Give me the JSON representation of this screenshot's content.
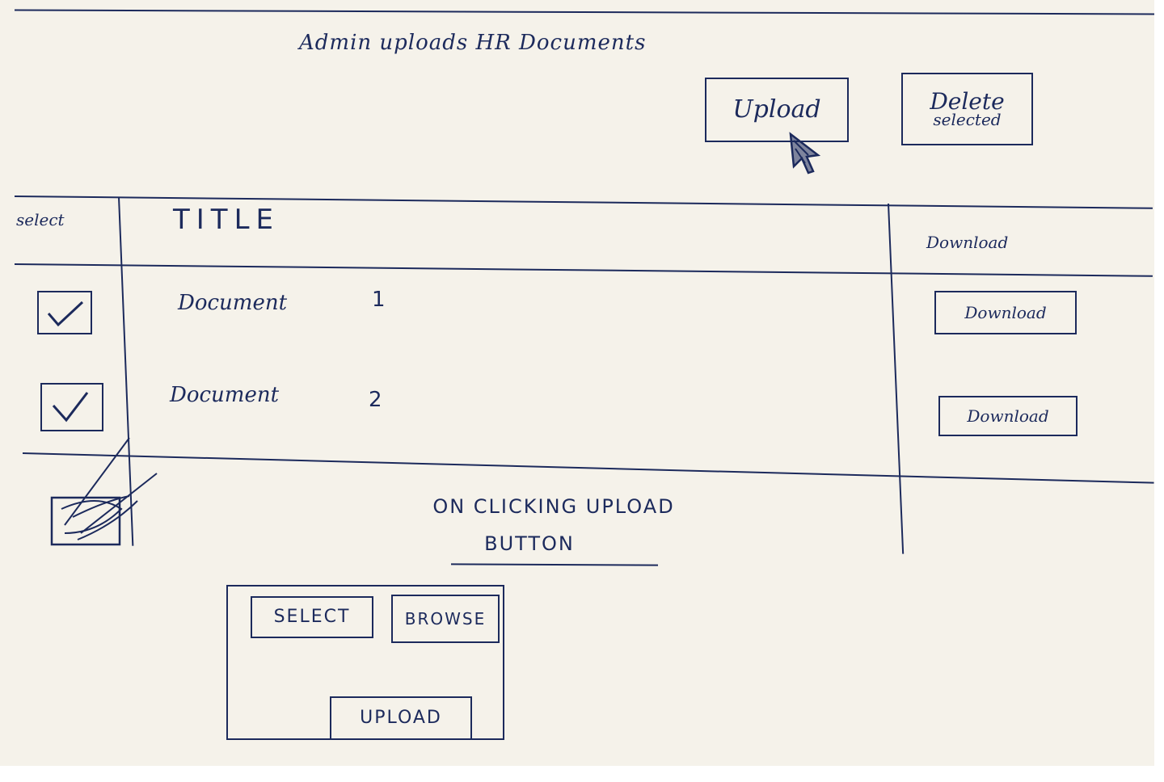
{
  "page": {
    "title": "Admin uploads HR Documents"
  },
  "toolbar": {
    "upload_label": "Upload",
    "delete_line1": "Delete",
    "delete_line2": "selected"
  },
  "table": {
    "columns": {
      "select": "select",
      "title": "TITLE",
      "download": "Download"
    },
    "rows": [
      {
        "title": "Document",
        "number": "1",
        "checked": true,
        "download_label": "Download"
      },
      {
        "title": "Document",
        "number": "2",
        "checked": true,
        "download_label": "Download"
      }
    ]
  },
  "caption": {
    "line1": "ON CLICKING UPLOAD",
    "line2": "BUTTON"
  },
  "upload_dialog": {
    "select_label": "SELECT",
    "browse_label": "BROWSE",
    "upload_label": "UPLOAD"
  },
  "colors": {
    "ink": "#1c2a5c",
    "paper": "#f5f2ea"
  }
}
